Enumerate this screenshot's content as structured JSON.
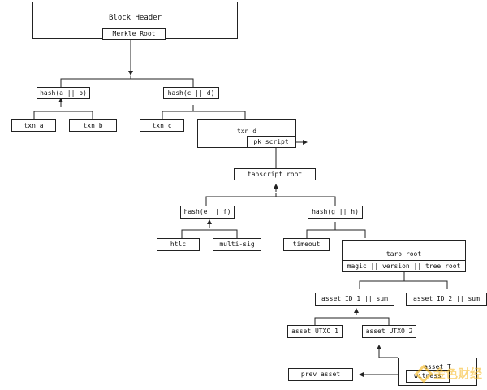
{
  "nodes": {
    "block_header": "Block Header",
    "merkle_root": "Merkle Root",
    "hash_ab": "hash(a || b)",
    "hash_cd": "hash(c || d)",
    "txn_a": "txn a",
    "txn_b": "txn b",
    "txn_c": "txn c",
    "txn_d": "txn d",
    "pk_script": "pk script",
    "tapscript_root": "tapscript root",
    "hash_ef": "hash(e || f)",
    "hash_gh": "hash(g || h)",
    "htlc": "htlc",
    "multi_sig": "multi-sig",
    "timeout": "timeout",
    "taro_root": "taro root",
    "taro_root_fields": "magic || version || tree root",
    "asset_id_1": "asset ID 1 || sum",
    "asset_id_2": "asset ID 2 || sum",
    "asset_utxo_1": "asset UTXO 1",
    "asset_utxo_2": "asset UTXO 2",
    "asset_witness_top": "asset T",
    "asset_witness_bottom": "witness",
    "prev_asset": "prev asset"
  },
  "watermark": {
    "text": "金色财经",
    "icon": "diamond-logo-icon"
  },
  "colors": {
    "line": "#222222",
    "text": "#111111",
    "watermark": "#f5b414"
  }
}
